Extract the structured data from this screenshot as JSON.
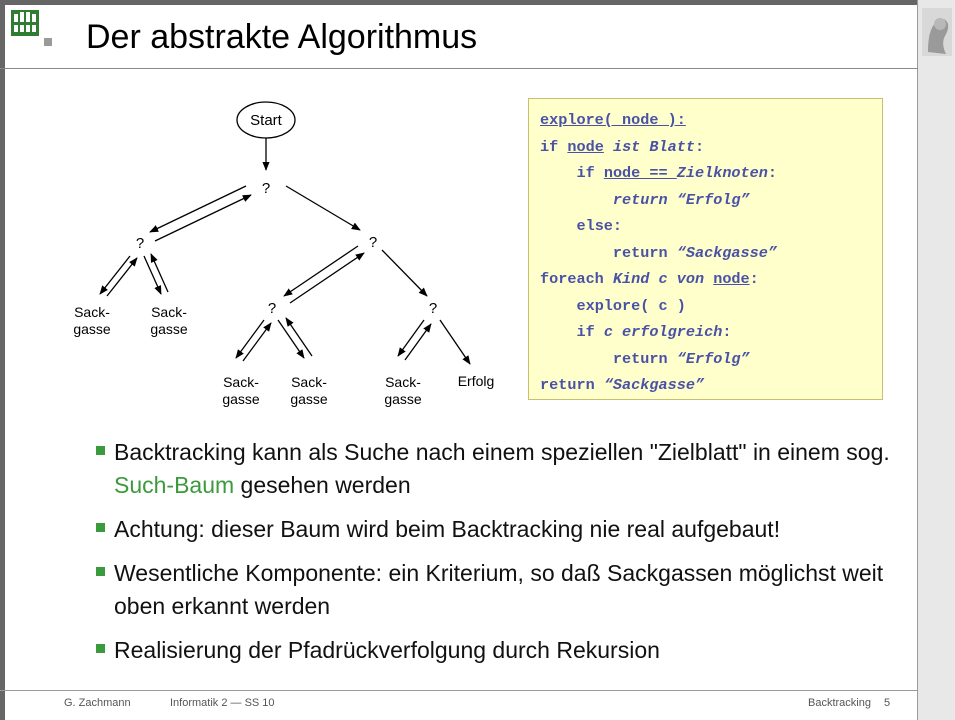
{
  "header": {
    "title": "Der abstrakte Algorithmus"
  },
  "tree": {
    "start": "Start",
    "q": "?",
    "sack": "Sack-",
    "gasse": "gasse",
    "erfolg": "Erfolg"
  },
  "code": {
    "l1": "explore( node ):",
    "if": "if",
    "node": "node",
    "ist_blatt": "ist Blatt",
    "colon": ":",
    "node_eq": "node == ",
    "zielknoten": "Zielknoten",
    "return": "return",
    "erfolg": "“Erfolg”",
    "else": "else:",
    "sackgasse": "“Sackgasse”",
    "foreach": "foreach",
    "kind_c_von": "Kind c von",
    "explore_c": "explore( c )",
    "c_erfolgreich": "c erfolgreich"
  },
  "bullets": [
    {
      "text_a": "Backtracking kann als Suche nach einem speziellen \"Zielblatt\" in einem sog. ",
      "highlight": "Such-Baum",
      "text_b": " gesehen werden"
    },
    {
      "text": "Achtung: dieser Baum wird beim Backtracking nie real aufgebaut!"
    },
    {
      "text": "Wesentliche Komponente: ein Kriterium, so daß Sackgassen möglichst weit oben erkannt werden"
    },
    {
      "text": "Realisierung der Pfadrückverfolgung durch Rekursion"
    }
  ],
  "footer": {
    "author": "G. Zachmann",
    "course": "Informatik 2 — SS 10",
    "topic": "Backtracking",
    "page": "5"
  },
  "colors": {
    "accent_green": "#3b9a3b",
    "code_bg": "#ffffcc",
    "code_text": "#4a52a8"
  }
}
